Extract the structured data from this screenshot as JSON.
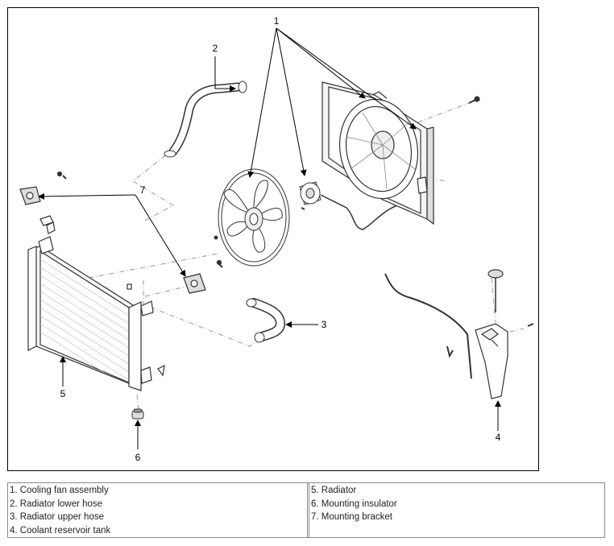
{
  "diagram": {
    "callouts": {
      "c1": "1",
      "c2": "2",
      "c3": "3",
      "c4": "4",
      "c5": "5",
      "c6": "6",
      "c7": "7"
    }
  },
  "legend": {
    "left": [
      "1. Cooling fan assembly",
      "2. Radiator lower hose",
      "3. Radiator upper hose",
      "4. Coolant reservoir tank"
    ],
    "right": [
      "5. Radiator",
      "6. Mounting insulator",
      "7. Mounting bracket"
    ]
  }
}
